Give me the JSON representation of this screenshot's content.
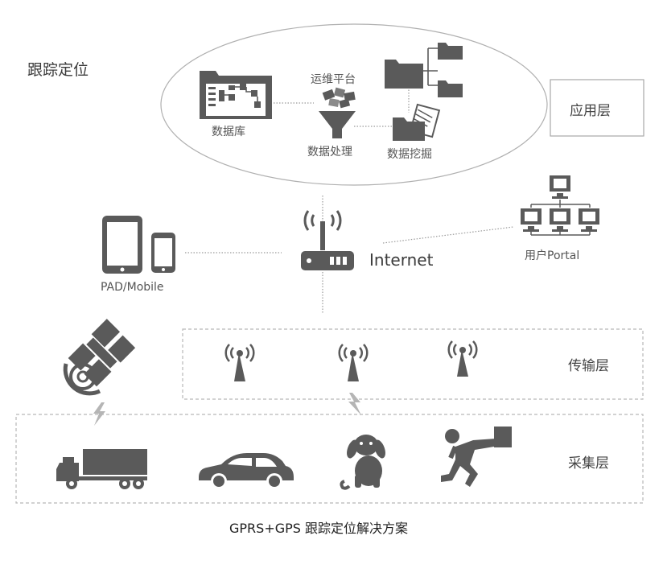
{
  "section_title": "跟踪定位",
  "platform": {
    "database": "数据库",
    "ops_platform": "运维平台",
    "data_processing": "数据处理",
    "data_mining": "数据挖掘"
  },
  "layers": {
    "application": "应用层",
    "transport": "传输层",
    "collection": "采集层"
  },
  "network": {
    "internet": "Internet",
    "pad_mobile": "PAD/Mobile",
    "user_portal": "用户Portal"
  },
  "caption": "GPRS+GPS 跟踪定位解决方案",
  "colors": {
    "icon": "#5a5a5a",
    "dotted": "#9a9a9a",
    "lightning": "#b5b5b5"
  },
  "icons": {
    "database": "database-icon",
    "processing": "funnel-icon",
    "mining": "folder-tree-icon",
    "tablet": "tablet-icon",
    "router": "wifi-router-icon",
    "portal": "network-computers-icon",
    "satellite": "satellite-icon",
    "tower": "radio-tower-icon",
    "truck": "truck-icon",
    "car": "car-icon",
    "dog": "dog-icon",
    "person": "person-icon"
  }
}
